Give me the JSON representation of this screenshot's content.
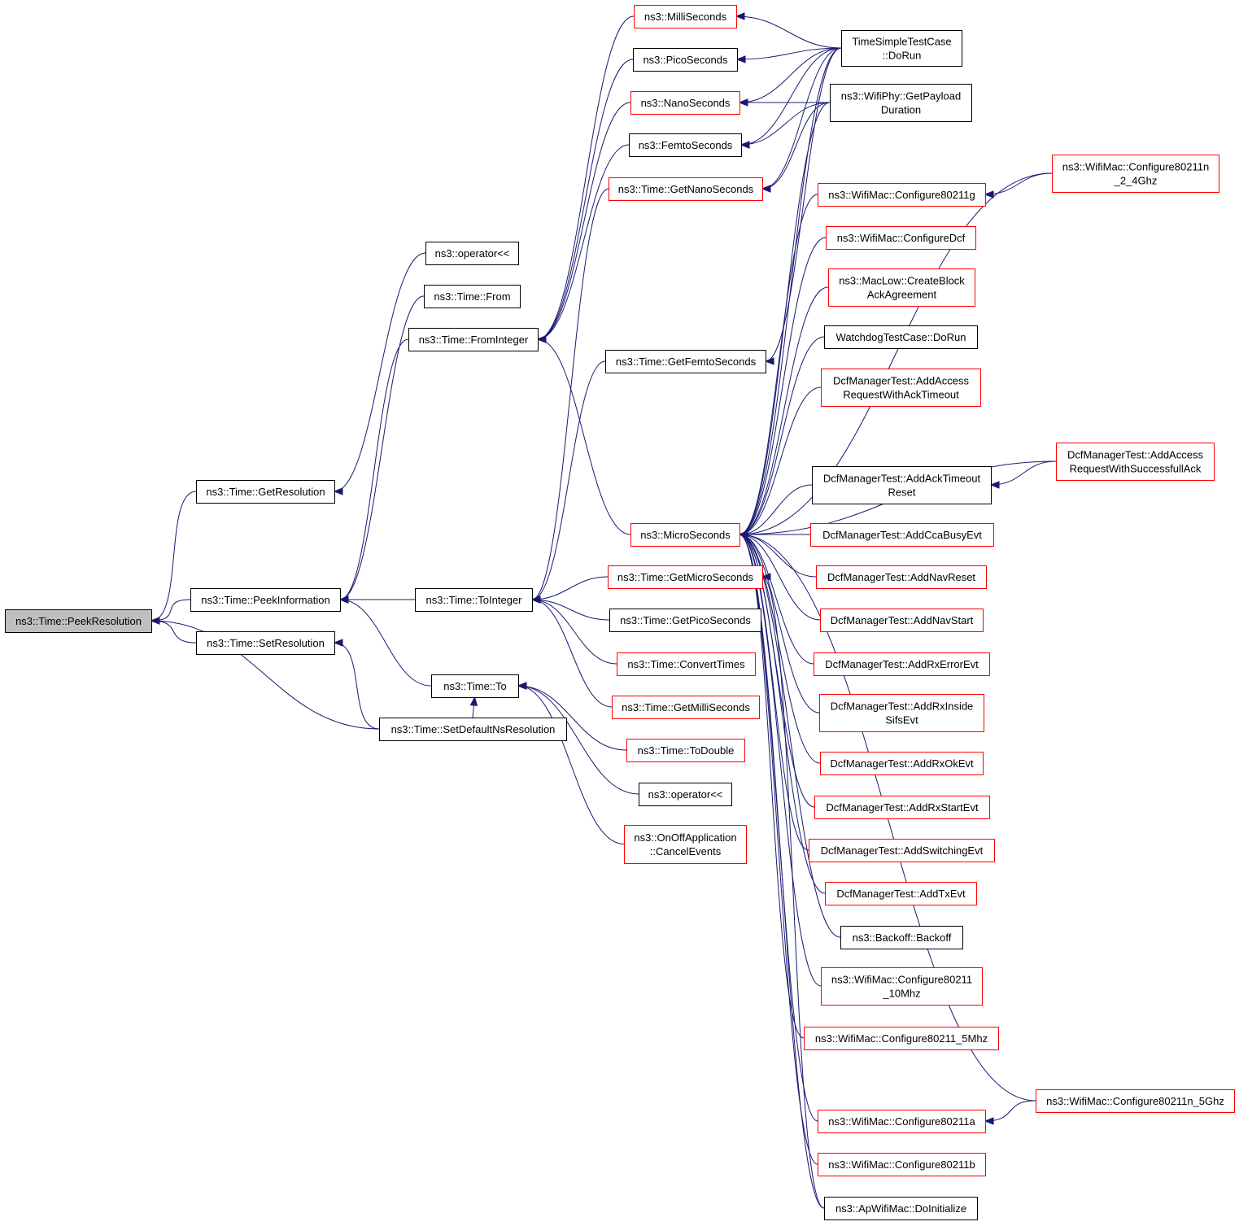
{
  "colors": {
    "edge": "#191970",
    "border_default": "#000000",
    "border_red": "#ff0000",
    "focus_fill": "#bfbfbf",
    "node_fill": "#ffffff",
    "text": "#000000"
  },
  "nodes": [
    {
      "id": "peekres",
      "lines": [
        "ns3::Time::PeekResolution"
      ],
      "style": "focus"
    },
    {
      "id": "getres",
      "lines": [
        "ns3::Time::GetResolution"
      ],
      "style": "normal"
    },
    {
      "id": "peekinfo",
      "lines": [
        "ns3::Time::PeekInformation"
      ],
      "style": "normal"
    },
    {
      "id": "setres",
      "lines": [
        "ns3::Time::SetResolution"
      ],
      "style": "normal"
    },
    {
      "id": "setdef",
      "lines": [
        "ns3::Time::SetDefaultNsResolution"
      ],
      "style": "normal"
    },
    {
      "id": "oplt1",
      "lines": [
        "ns3::operator<<"
      ],
      "style": "normal"
    },
    {
      "id": "from",
      "lines": [
        "ns3::Time::From"
      ],
      "style": "normal"
    },
    {
      "id": "fromint",
      "lines": [
        "ns3::Time::FromInteger"
      ],
      "style": "normal"
    },
    {
      "id": "toint",
      "lines": [
        "ns3::Time::ToInteger"
      ],
      "style": "normal"
    },
    {
      "id": "to",
      "lines": [
        "ns3::Time::To"
      ],
      "style": "normal"
    },
    {
      "id": "milli",
      "lines": [
        "ns3::MilliSeconds"
      ],
      "style": "red"
    },
    {
      "id": "pico",
      "lines": [
        "ns3::PicoSeconds"
      ],
      "style": "normal"
    },
    {
      "id": "nano",
      "lines": [
        "ns3::NanoSeconds"
      ],
      "style": "red"
    },
    {
      "id": "femto",
      "lines": [
        "ns3::FemtoSeconds"
      ],
      "style": "normal"
    },
    {
      "id": "getnano",
      "lines": [
        "ns3::Time::GetNanoSeconds"
      ],
      "style": "red"
    },
    {
      "id": "getfemto",
      "lines": [
        "ns3::Time::GetFemtoSeconds"
      ],
      "style": "normal"
    },
    {
      "id": "micro",
      "lines": [
        "ns3::MicroSeconds"
      ],
      "style": "red"
    },
    {
      "id": "getmicro",
      "lines": [
        "ns3::Time::GetMicroSeconds"
      ],
      "style": "red"
    },
    {
      "id": "getpico",
      "lines": [
        "ns3::Time::GetPicoSeconds"
      ],
      "style": "normal"
    },
    {
      "id": "convert",
      "lines": [
        "ns3::Time::ConvertTimes"
      ],
      "style": "red"
    },
    {
      "id": "getmilli",
      "lines": [
        "ns3::Time::GetMilliSeconds"
      ],
      "style": "red"
    },
    {
      "id": "todouble",
      "lines": [
        "ns3::Time::ToDouble"
      ],
      "style": "red"
    },
    {
      "id": "oplt2",
      "lines": [
        "ns3::operator<<"
      ],
      "style": "normal"
    },
    {
      "id": "onoff",
      "lines": [
        "ns3::OnOffApplication",
        "::CancelEvents"
      ],
      "style": "red"
    },
    {
      "id": "tstc",
      "lines": [
        "TimeSimpleTestCase",
        "::DoRun"
      ],
      "style": "normal"
    },
    {
      "id": "wifiphy",
      "lines": [
        "ns3::WifiPhy::GetPayload",
        "Duration"
      ],
      "style": "normal"
    },
    {
      "id": "c11g",
      "lines": [
        "ns3::WifiMac::Configure80211g"
      ],
      "style": "red"
    },
    {
      "id": "c11n24",
      "lines": [
        "ns3::WifiMac::Configure80211n",
        "_2_4Ghz"
      ],
      "style": "red"
    },
    {
      "id": "cdcf",
      "lines": [
        "ns3::WifiMac::ConfigureDcf"
      ],
      "style": "red"
    },
    {
      "id": "maclow",
      "lines": [
        "ns3::MacLow::CreateBlock",
        "AckAgreement"
      ],
      "style": "red"
    },
    {
      "id": "watchdog",
      "lines": [
        "WatchdogTestCase::DoRun"
      ],
      "style": "normal"
    },
    {
      "id": "dcfaraat",
      "lines": [
        "DcfManagerTest::AddAccess",
        "RequestWithAckTimeout"
      ],
      "style": "red"
    },
    {
      "id": "dcfaatr",
      "lines": [
        "DcfManagerTest::AddAckTimeout",
        "Reset"
      ],
      "style": "normal"
    },
    {
      "id": "dcfarsa",
      "lines": [
        "DcfManagerTest::AddAccess",
        "RequestWithSuccessfullAck"
      ],
      "style": "red"
    },
    {
      "id": "dcfccabusy",
      "lines": [
        "DcfManagerTest::AddCcaBusyEvt"
      ],
      "style": "red"
    },
    {
      "id": "dcfnavreset",
      "lines": [
        "DcfManagerTest::AddNavReset"
      ],
      "style": "red"
    },
    {
      "id": "dcfnavstart",
      "lines": [
        "DcfManagerTest::AddNavStart"
      ],
      "style": "red"
    },
    {
      "id": "dcfrxerr",
      "lines": [
        "DcfManagerTest::AddRxErrorEvt"
      ],
      "style": "red"
    },
    {
      "id": "dcfrxinside",
      "lines": [
        "DcfManagerTest::AddRxInside",
        "SifsEvt"
      ],
      "style": "red"
    },
    {
      "id": "dcfrxok",
      "lines": [
        "DcfManagerTest::AddRxOkEvt"
      ],
      "style": "red"
    },
    {
      "id": "dcfrxstart",
      "lines": [
        "DcfManagerTest::AddRxStartEvt"
      ],
      "style": "red"
    },
    {
      "id": "dcfswitch",
      "lines": [
        "DcfManagerTest::AddSwitchingEvt"
      ],
      "style": "red"
    },
    {
      "id": "dcftx",
      "lines": [
        "DcfManagerTest::AddTxEvt"
      ],
      "style": "red"
    },
    {
      "id": "backoff",
      "lines": [
        "ns3::Backoff::Backoff"
      ],
      "style": "normal"
    },
    {
      "id": "c11_10",
      "lines": [
        "ns3::WifiMac::Configure80211",
        "_10Mhz"
      ],
      "style": "red"
    },
    {
      "id": "c11_5",
      "lines": [
        "ns3::WifiMac::Configure80211_5Mhz"
      ],
      "style": "red"
    },
    {
      "id": "c11n5",
      "lines": [
        "ns3::WifiMac::Configure80211n_5Ghz"
      ],
      "style": "red"
    },
    {
      "id": "c11a",
      "lines": [
        "ns3::WifiMac::Configure80211a"
      ],
      "style": "red"
    },
    {
      "id": "c11b",
      "lines": [
        "ns3::WifiMac::Configure80211b"
      ],
      "style": "red"
    },
    {
      "id": "apinit",
      "lines": [
        "ns3::ApWifiMac::DoInitialize"
      ],
      "style": "normal"
    }
  ],
  "edges": [
    [
      "peekres",
      "getres"
    ],
    [
      "peekres",
      "peekinfo"
    ],
    [
      "peekres",
      "setres"
    ],
    [
      "peekres",
      "setdef"
    ],
    [
      "getres",
      "oplt1"
    ],
    [
      "peekinfo",
      "from"
    ],
    [
      "peekinfo",
      "fromint"
    ],
    [
      "peekinfo",
      "toint"
    ],
    [
      "peekinfo",
      "to"
    ],
    [
      "setres",
      "setdef"
    ],
    [
      "fromint",
      "milli"
    ],
    [
      "fromint",
      "pico"
    ],
    [
      "fromint",
      "nano"
    ],
    [
      "fromint",
      "femto"
    ],
    [
      "fromint",
      "micro"
    ],
    [
      "toint",
      "getnano"
    ],
    [
      "toint",
      "getfemto"
    ],
    [
      "toint",
      "getmicro"
    ],
    [
      "toint",
      "getpico"
    ],
    [
      "toint",
      "convert"
    ],
    [
      "toint",
      "getmilli"
    ],
    [
      "to",
      "todouble"
    ],
    [
      "to",
      "oplt2"
    ],
    [
      "to",
      "onoff"
    ],
    [
      "to",
      "setdef"
    ],
    [
      "milli",
      "tstc"
    ],
    [
      "pico",
      "tstc"
    ],
    [
      "nano",
      "tstc"
    ],
    [
      "nano",
      "wifiphy"
    ],
    [
      "femto",
      "tstc"
    ],
    [
      "femto",
      "wifiphy"
    ],
    [
      "getnano",
      "tstc"
    ],
    [
      "getnano",
      "wifiphy"
    ],
    [
      "getfemto",
      "tstc"
    ],
    [
      "micro",
      "tstc"
    ],
    [
      "micro",
      "wifiphy"
    ],
    [
      "micro",
      "c11g"
    ],
    [
      "micro",
      "c11n24"
    ],
    [
      "micro",
      "cdcf"
    ],
    [
      "micro",
      "maclow"
    ],
    [
      "micro",
      "watchdog"
    ],
    [
      "micro",
      "dcfaraat"
    ],
    [
      "micro",
      "dcfaatr"
    ],
    [
      "micro",
      "dcfarsa"
    ],
    [
      "micro",
      "dcfccabusy"
    ],
    [
      "micro",
      "dcfnavreset"
    ],
    [
      "micro",
      "dcfnavstart"
    ],
    [
      "micro",
      "dcfrxerr"
    ],
    [
      "micro",
      "dcfrxinside"
    ],
    [
      "micro",
      "dcfrxok"
    ],
    [
      "micro",
      "dcfrxstart"
    ],
    [
      "micro",
      "dcfswitch"
    ],
    [
      "micro",
      "dcftx"
    ],
    [
      "micro",
      "backoff"
    ],
    [
      "micro",
      "c11_10"
    ],
    [
      "micro",
      "c11_5"
    ],
    [
      "micro",
      "c11n5"
    ],
    [
      "micro",
      "c11a"
    ],
    [
      "micro",
      "c11b"
    ],
    [
      "micro",
      "apinit"
    ],
    [
      "getmicro",
      "apinit"
    ],
    [
      "c11g",
      "c11n24"
    ],
    [
      "dcfaatr",
      "dcfarsa"
    ],
    [
      "c11a",
      "c11n5"
    ]
  ]
}
